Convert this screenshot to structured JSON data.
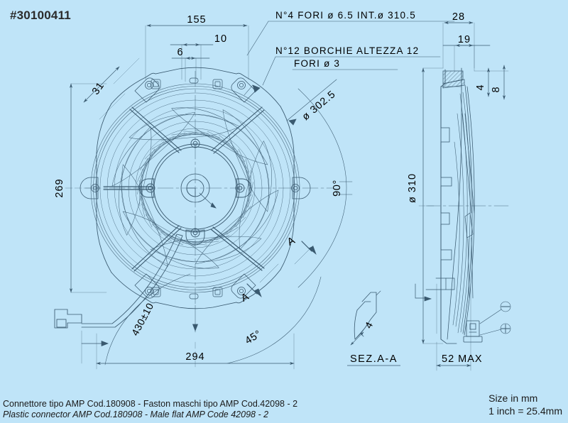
{
  "drawing": {
    "part_number": "#30100411",
    "background_color": "#bfe4f8",
    "line_color": "#3a5a70",
    "text_color": "#3a4a58"
  },
  "notes": {
    "holes_note": "N°4 FORI ø 6.5 INT.ø 310.5",
    "studs_note": "N°12 BORCHIE ALTEZZA 12",
    "studs_holes_note": "FORI ø 3"
  },
  "dimensions": {
    "top_155": "155",
    "top_10": "10",
    "top_6": "6",
    "top_28": "28",
    "top_19": "19",
    "left_31": "31",
    "left_269": "269",
    "bottom_294": "294",
    "cable_length": "430±10",
    "angle_90": "90°",
    "angle_45": "45°",
    "dia_302_5": "ø 302.5",
    "dia_310": "ø 310",
    "side_4": "4",
    "side_8": "8",
    "depth_52": "52  MAX",
    "section_label": "SEZ.A-A",
    "section_4": "4",
    "section_marker_a_left": "A",
    "section_marker_a_right": "A"
  },
  "terminals": {
    "negative": "⊖",
    "positive": "⊕"
  },
  "footer": {
    "line_italian": "Connettore tipo AMP Cod.180908 - Faston maschi tipo AMP Cod.42098 - 2",
    "line_english": "Plastic connector AMP Cod.180908 - Male flat AMP Code 42098 - 2"
  },
  "size_note": {
    "line1": "Size in mm",
    "line2": "1 inch = 25.4mm"
  }
}
